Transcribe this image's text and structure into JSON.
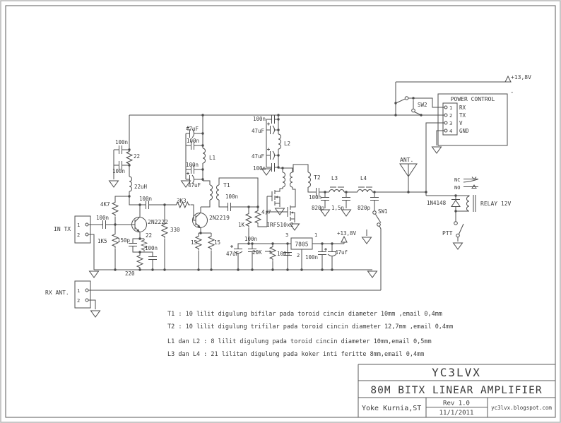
{
  "schematic": {
    "labels": {
      "in_tx": "IN TX",
      "rx_ant": "RX ANT.",
      "pin_1": "1",
      "pin_2": "2",
      "pin_3": "3",
      "pin_4": "4",
      "c_100n": "100n",
      "r_22": "22",
      "l_choke": "22uH",
      "r_4k7": "4K7",
      "r_1k5": "1K5",
      "c_150p": "150p",
      "r_220": "220",
      "q1": "2N2222",
      "r_330": "330",
      "r_3k3": "3K3",
      "q2": "2N2219",
      "r_15": "15",
      "c_47uf": "47uF",
      "c_47uf_small": "47uf",
      "t1": "T1",
      "t2": "T2",
      "l1": "L1",
      "l2": "L2",
      "l3": "L3",
      "l4": "L4",
      "r_1k": "1K",
      "r_4r7": "4,7",
      "mosfets": "IRF510x2",
      "c_820p": "820p",
      "c_1n5": "1,5n",
      "sw1": "SW1",
      "sw2": "SW2",
      "ant": "ANT.",
      "r_20k": "20K",
      "reg": "7805",
      "v_supply": "+13,8V",
      "minus": "-",
      "power_control": "POWER CONTROL",
      "pc_rx": "RX",
      "pc_tx": "TX",
      "pc_v": "V",
      "pc_gnd": "GND",
      "nc": "NC",
      "no": "NO",
      "d1": "1N4148",
      "relay": "RELAY 12V",
      "ptt": "PTT"
    },
    "notes": [
      "T1 : 10 lilit digulung bifilar pada toroid cincin diameter 10mm ,email 0,4mm",
      "T2 : 10 lilit digulung trifilar pada toroid cincin diameter 12,7mm ,email 0,4mm",
      "L1 dan L2 : 8 lilit digulung pada toroid cincin diameter 10mm,email 0,5mm",
      "L3 dan L4 : 21 lilitan digulung pada koker inti feritte 8mm,email 0,4mm"
    ],
    "title_block": {
      "callsign": "YC3LVX",
      "title": "80M BITX LINEAR AMPLIFIER",
      "author": "Yoke Kurnia,ST",
      "rev": "Rev 1.0",
      "date": "11/1/2011",
      "website": "yc3lvx.blogspot.com"
    },
    "colors": {
      "line": "#4d4d4d",
      "text": "#3a3a3a",
      "frame": "#5a5a5a",
      "background": "#ffffff"
    }
  }
}
